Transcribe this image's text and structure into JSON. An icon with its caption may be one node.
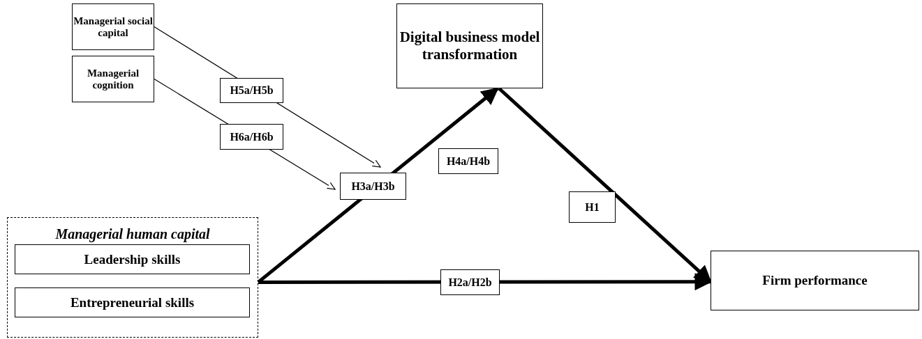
{
  "diagram": {
    "nodes": [
      {
        "text": [
          "Managerial social capital"
        ]
      },
      {
        "text": [
          "Managerial cognition"
        ]
      },
      {
        "text": [
          "Digital business model transformation"
        ]
      },
      {
        "text": [
          "Managerial human capital"
        ]
      },
      {
        "text": [
          "Leadership skills"
        ],
        "in": 3
      },
      {
        "text": [
          "Entrepreneurial skills"
        ],
        "in": 3
      },
      {
        "text": [
          "Firm performance"
        ]
      }
    ],
    "edges": [
      {
        "from": 3,
        "to": 2,
        "arrow": "to",
        "label": "H3a/H3b"
      },
      {
        "from": 2,
        "to": 6,
        "arrow": "to",
        "label": "H1"
      },
      {
        "from": 3,
        "to": 6,
        "arrow": "to",
        "label": "H2a/H2b"
      },
      {
        "from": 0,
        "to": null,
        "arrow": "to",
        "label": "H5a/H5b"
      },
      {
        "from": 1,
        "to": null,
        "arrow": "to",
        "label": "H6a/H6b"
      }
    ],
    "labels": [
      "H4a/H4b"
    ]
  }
}
